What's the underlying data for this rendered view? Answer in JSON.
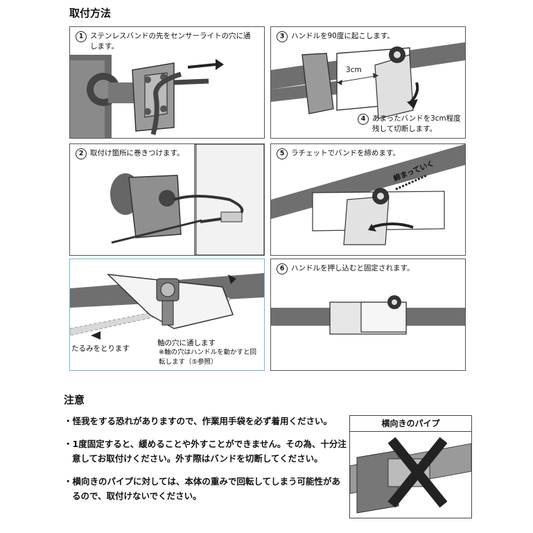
{
  "install": {
    "title": "取付方法",
    "steps": [
      {
        "num": "1",
        "text": "ステンレスバンドの先をセンサーライトの穴に通します。"
      },
      {
        "num": "2",
        "text": "取付け箇所に巻きつけます。"
      },
      {
        "num": "3",
        "text": "ハンドルを90度に起こします。"
      },
      {
        "num": "4",
        "text": "あまったバンドを3cm程度残して切断します。"
      },
      {
        "num": "5",
        "text": "ラチェットでバンドを締めます。"
      },
      {
        "num": "6",
        "text": "ハンドルを押し込むと固定されます。"
      }
    ],
    "labels": {
      "three_cm": "3cm",
      "tightening": "締まっていく",
      "slack": "たるみをとります",
      "axis_hole": "軸の穴に通します",
      "axis_note": "※軸の穴はハンドルを動かすと回転します（⑤参照）"
    }
  },
  "caution": {
    "title": "注意",
    "items": [
      "怪我をする恐れがありますので、作業用手袋を必ず着用ください。",
      "1度固定すると、緩めることや外すことができません。その為、十分注意してお取付けください。外す際はバンドを切断してください。",
      "横向きのパイプに対しては、本体の重みで回転してしまう可能性があるので、取付けないでください。"
    ],
    "side_box_title": "横向きのパイプ"
  }
}
